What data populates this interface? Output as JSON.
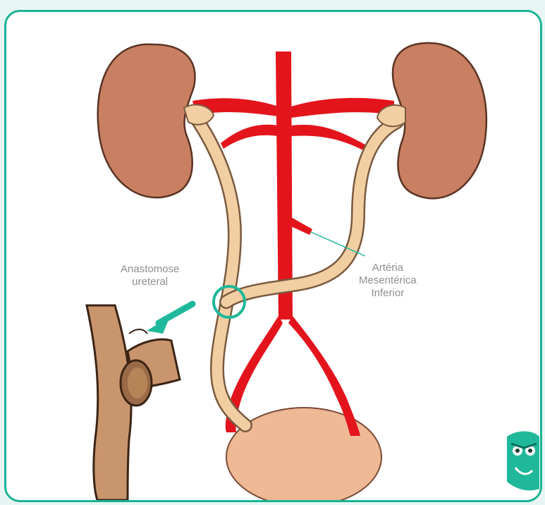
{
  "labels": {
    "anastomose": [
      "Anastomose",
      "ureteral"
    ],
    "arteria": [
      "Artéria",
      "Mesentérica",
      "Inferior"
    ]
  },
  "colors": {
    "frame": "#1cb394",
    "artery": "#e3141c",
    "kidney": "#c97f62",
    "ureter": "#f2cfa3",
    "bladder": "#f0b995",
    "skin": "#c9956d",
    "label_text": "#8f8f8f",
    "accent": "#20b89a"
  },
  "icons": {
    "logo": "owl-logo-icon",
    "arrow": "arrow-pointer-icon"
  }
}
